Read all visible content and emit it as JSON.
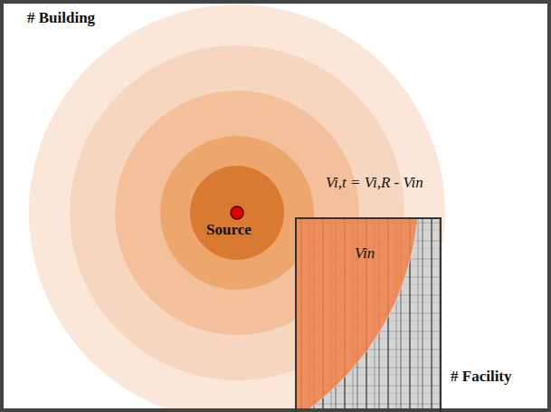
{
  "diagram": {
    "nodes": [
      {
        "text": [
          "# Building"
        ]
      },
      {
        "text": [
          "# Facility"
        ],
        "in": 0
      }
    ],
    "labels": [
      "Source",
      "Vi,t = Vi,R - Vin",
      "Vin"
    ]
  }
}
